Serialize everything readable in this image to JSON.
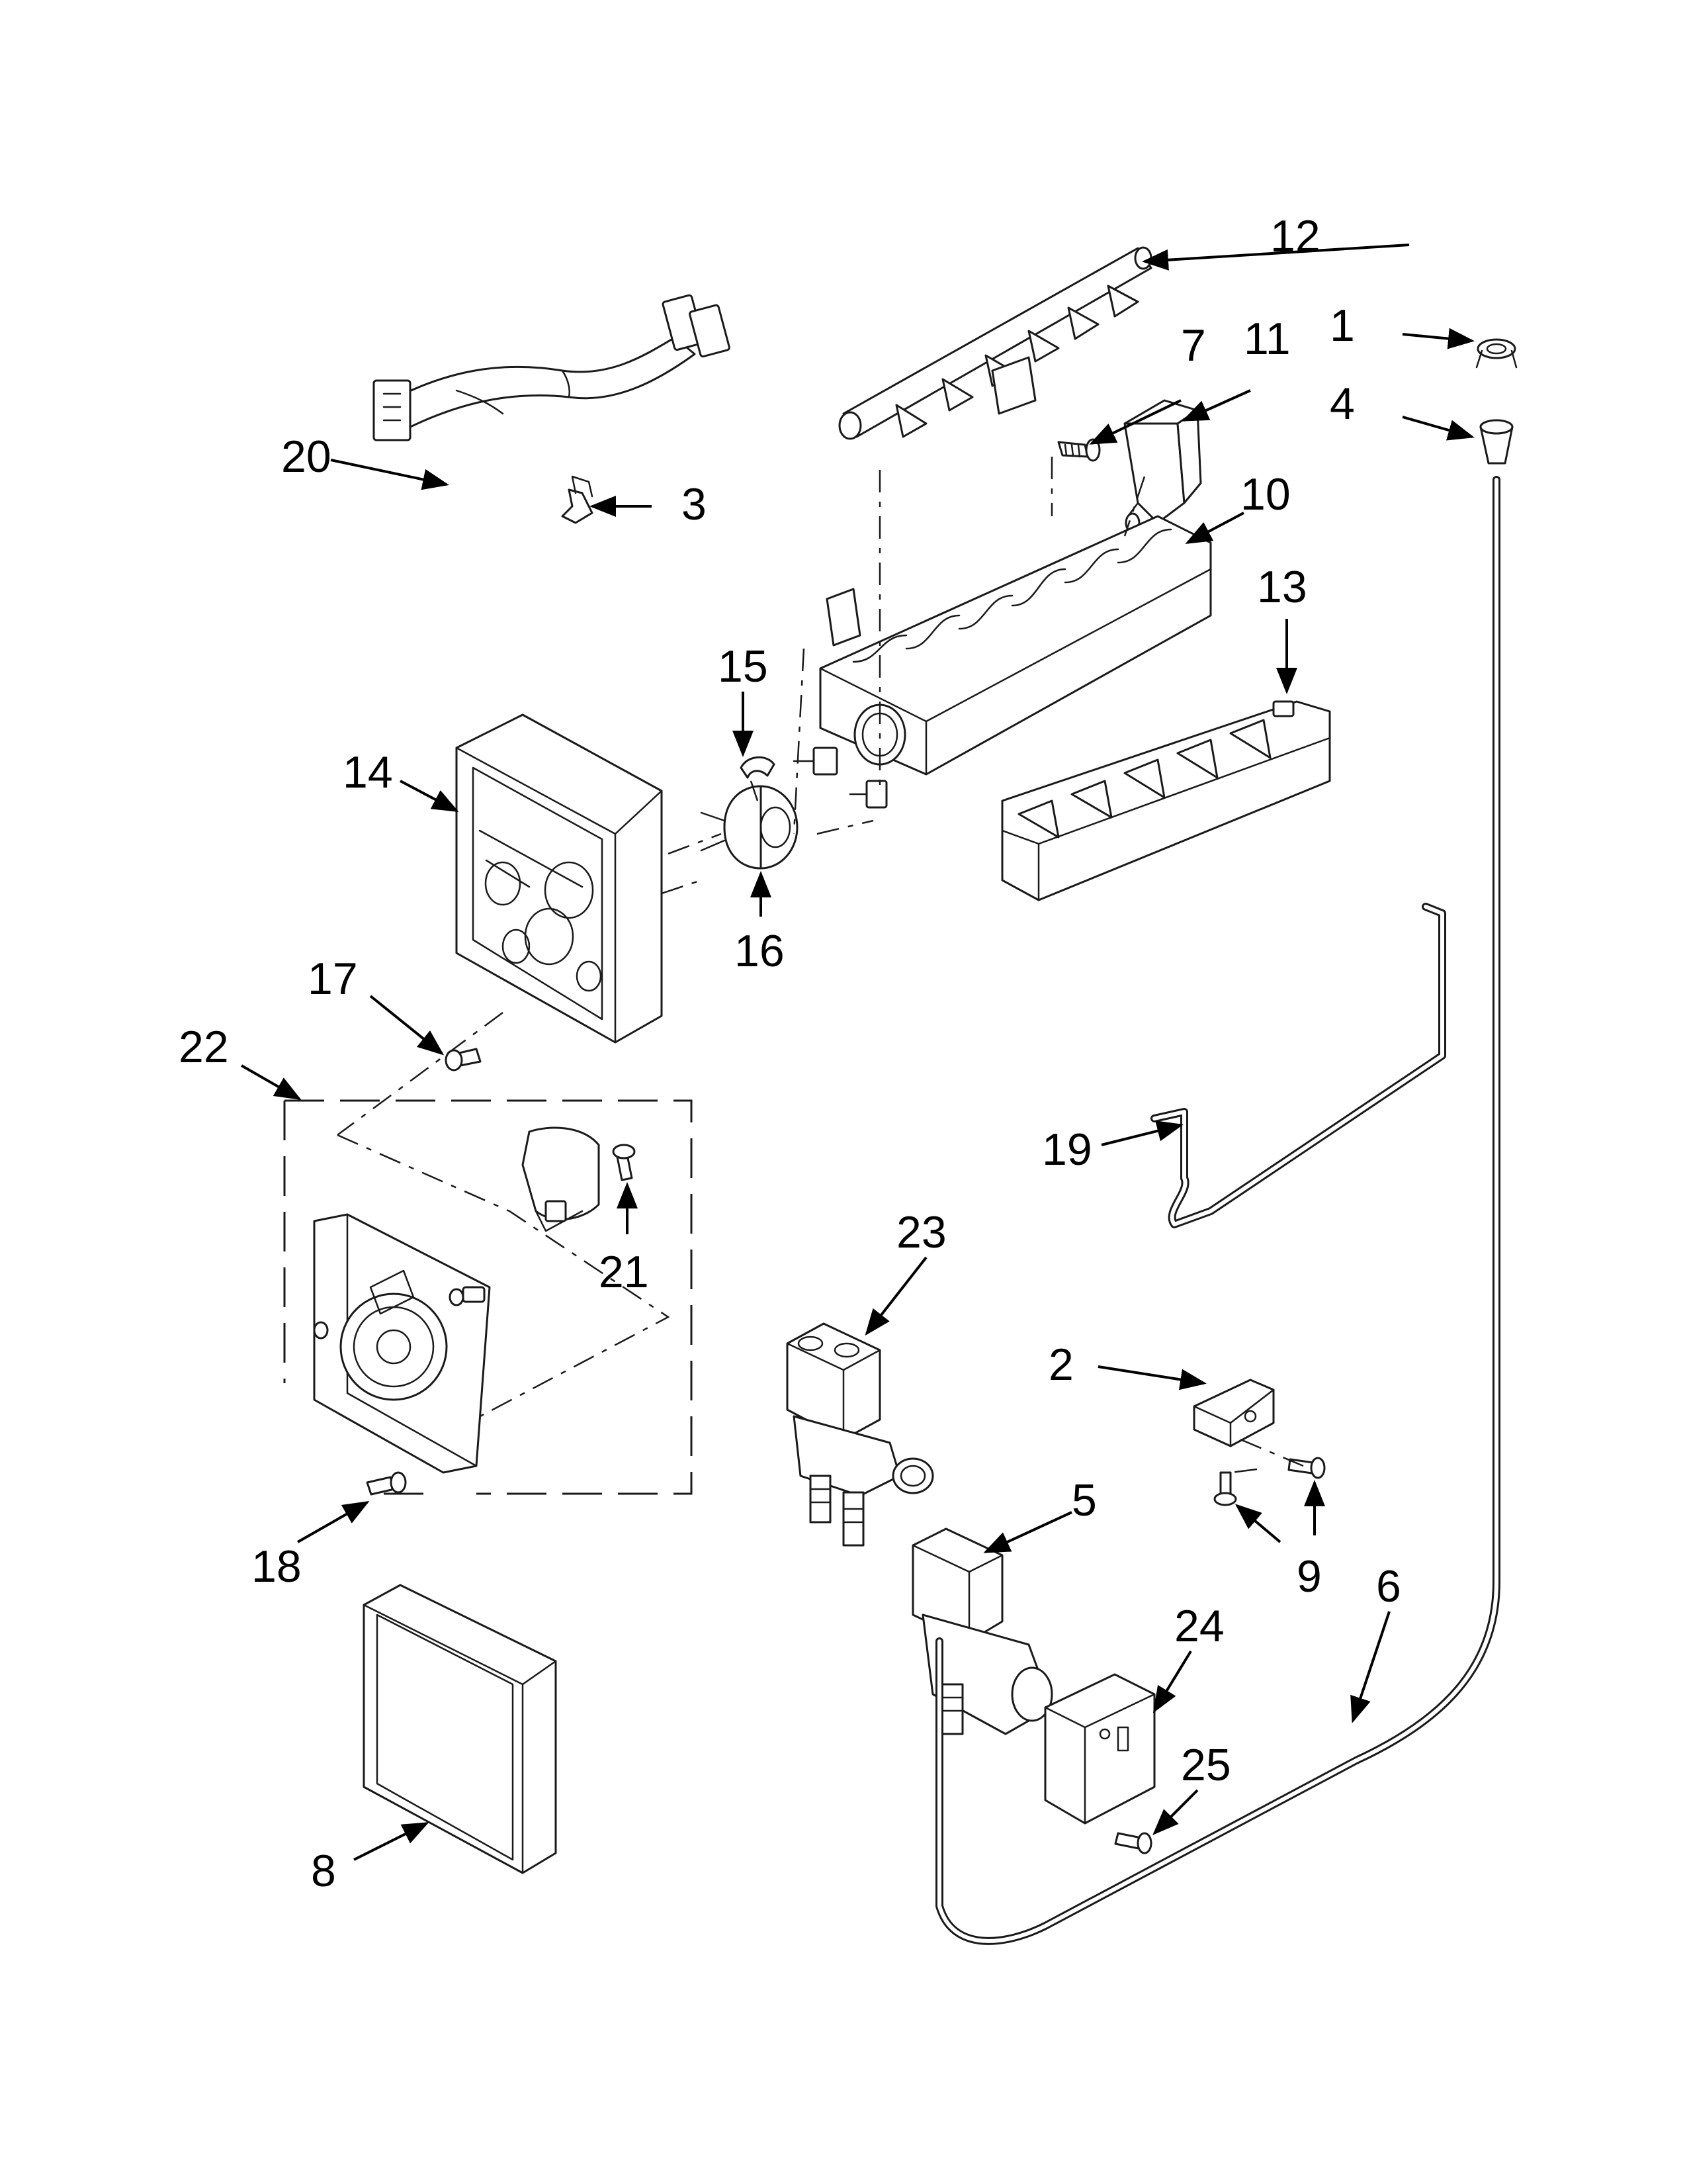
{
  "callouts": {
    "c1": "1",
    "c2": "2",
    "c3": "3",
    "c4": "4",
    "c5": "5",
    "c6": "6",
    "c7": "7",
    "c8": "8",
    "c9": "9",
    "c10": "10",
    "c11": "11",
    "c12": "12",
    "c13": "13",
    "c14": "14",
    "c15": "15",
    "c16": "16",
    "c17": "17",
    "c18": "18",
    "c19": "19",
    "c20": "20",
    "c21": "21",
    "c22": "22",
    "c23": "23",
    "c24": "24",
    "c25": "25"
  },
  "colors": {
    "ink": "#1a1a1a",
    "background": "#ffffff"
  }
}
